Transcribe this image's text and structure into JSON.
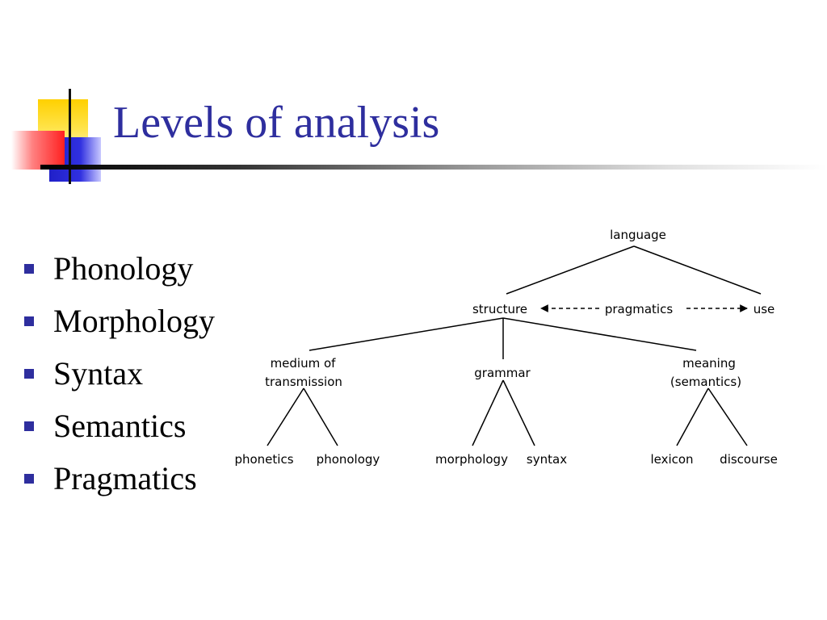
{
  "slide": {
    "title": "Levels of analysis",
    "title_color": "#2e2e9e",
    "bullets": [
      "Phonology",
      "Morphology",
      "Syntax",
      "Semantics",
      "Pragmatics"
    ],
    "bullet_color": "#2e2e9e"
  },
  "diagram": {
    "nodes": {
      "language": "language",
      "structure": "structure",
      "pragmatics": "pragmatics",
      "use": "use",
      "medium_line1": "medium of",
      "medium_line2": "transmission",
      "grammar": "grammar",
      "meaning_line1": "meaning",
      "meaning_line2": "(semantics)",
      "phonetics": "phonetics",
      "phonology": "phonology",
      "morphology": "morphology",
      "syntax": "syntax",
      "lexicon": "lexicon",
      "discourse": "discourse"
    }
  }
}
